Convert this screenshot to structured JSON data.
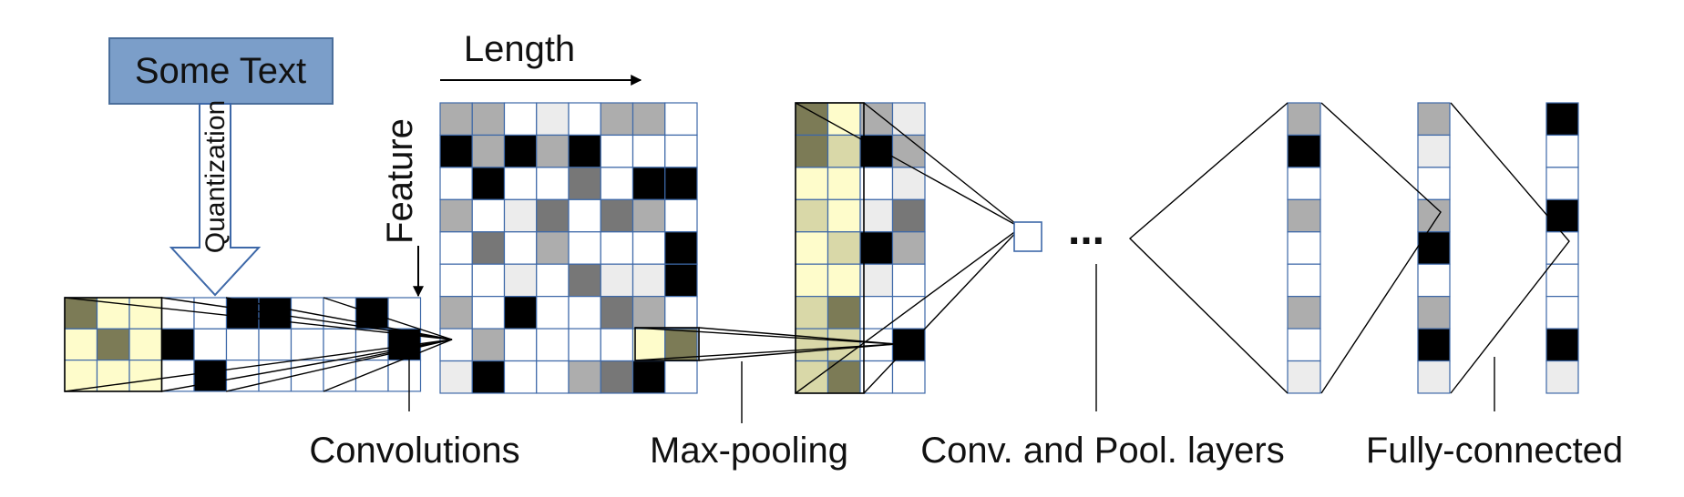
{
  "input_box": {
    "label": "Some Text",
    "fill": "#7b9ec9",
    "stroke": "#4a6e9b"
  },
  "arrow_label": "Quantization",
  "axis": {
    "length_label": "Length",
    "feature_label": "Feature"
  },
  "ellipsis": "...",
  "captions": {
    "convolutions": "Convolutions",
    "max_pooling": "Max-pooling",
    "conv_pool_layers": "Conv. and Pool. layers",
    "fully_connected": "Fully-connected"
  },
  "colors": {
    "grid_line": "#3d68a8",
    "black": "#000000",
    "gray": "#adadad",
    "dark_gray": "#777777",
    "light_gray": "#ececec",
    "olive": "#7c7b56",
    "pale_yellow": "#fefccb",
    "tan": "#d9d8a8"
  },
  "grids": {
    "input_matrix": [
      "OYYwwBBwwBw",
      "YOYBwwwwwwB",
      "YYYwBwwwwww"
    ],
    "feature_map": [
      "GGwLwGGw",
      "BGBGBwww",
      "wBwwDwBB",
      "GwLDwDGw",
      "wDwGwwwB",
      "wwLwDLLB",
      "GwBwwDGw",
      "wGwwwwYO",
      "LBwwGDBw"
    ],
    "pooled_map": [
      "OYGL",
      "OTBG",
      "YYwL",
      "TYLD",
      "YTBG",
      "YYLw",
      "TOww",
      "TTwB",
      "TOww"
    ],
    "vector_a": [
      "G",
      "B",
      "w",
      "G",
      "w",
      "w",
      "G",
      "w",
      "L"
    ],
    "vector_b": [
      "G",
      "L",
      "w",
      "G",
      "B",
      "w",
      "G",
      "B",
      "L"
    ],
    "vector_c": [
      "B",
      "w",
      "w",
      "B",
      "w",
      "w",
      "w",
      "B",
      "L"
    ]
  }
}
